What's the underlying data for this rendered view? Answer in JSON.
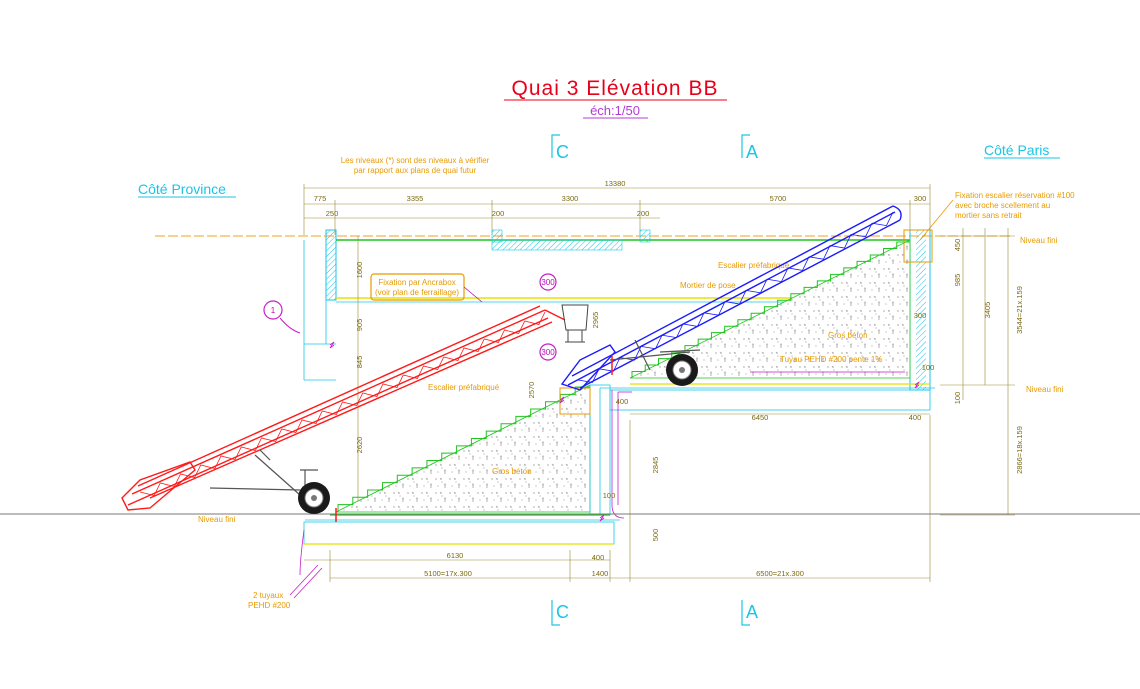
{
  "title": "Quai 3 Elévation BB",
  "scale": "éch:1/50",
  "side_left": "Côté Province",
  "side_right": "Côté Paris",
  "section_markers": {
    "c": "C",
    "a": "A"
  },
  "notes": {
    "niveaux_line1": "Les niveaux (*) sont des niveaux à vérifier",
    "niveaux_line2": "par rapport aux plans de quai futur",
    "fixation_right_1": "Fixation escalier réservation #100",
    "fixation_right_2": "avec broche scellement au",
    "fixation_right_3": "mortier sans retrait",
    "fixation_box_1": "Fixation par Ancrabox",
    "fixation_box_2": "(voir plan de ferraillage)",
    "escalier_pref_upper": "Escalier préfabriqué",
    "mortier": "Mortier de pose",
    "gros_beton_upper": "Gros béton",
    "tuyau": "Tuyau PEHD #200 pente 1%",
    "escalier_pref_lower": "Escalier préfabriqué",
    "gros_beton_lower": "Gros béton",
    "niveau_fini_r1": "Niveau fini",
    "niveau_fini_r2": "Niveau fini",
    "niveau_fini_l": "Niveau fini",
    "tuyaux_1": "2 tuyaux",
    "tuyaux_2": "PEHD #200"
  },
  "circle_labels": {
    "one": "1",
    "c300_top": "300",
    "c300_mid": "300"
  },
  "dimensions": {
    "total": "13380",
    "d775": "775",
    "d3355": "3355",
    "d3300": "3300",
    "d5700": "5700",
    "d300": "300",
    "d250": "250",
    "d200a": "200",
    "d200b": "200",
    "d1600": "1600",
    "d905": "905",
    "d845": "845",
    "d2620": "2620",
    "d2965": "2965",
    "d2570": "2570",
    "d2845": "2845",
    "d6450": "6450",
    "d400r": "400",
    "d300r": "300",
    "d450": "450",
    "d985": "985",
    "d3405": "3405",
    "d3544": "3544=21x.159",
    "d2866": "2866=18x.159",
    "d100a": "100",
    "d100b": "100",
    "d400m": "400",
    "d500": "500",
    "d6130": "6130",
    "d400b": "400",
    "d5100": "5100=17x.300",
    "d1400": "1400",
    "d6500": "6500=21x.300",
    "d100c": "100"
  },
  "colors": {
    "title": "#e8001a",
    "cyan": "#19c6e6",
    "green": "#1fc41f",
    "yellow": "#e8e000",
    "orange": "#e89a00",
    "red_conveyor": "#ff1a1a",
    "blue_conveyor": "#1a1aff",
    "magenta": "#c81ec8"
  }
}
